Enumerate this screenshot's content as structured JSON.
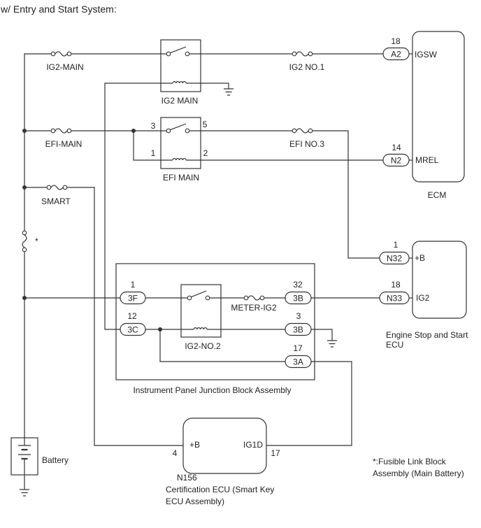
{
  "title": "w/ Entry and Start System:",
  "fuses": {
    "ig2_main": "IG2-MAIN",
    "ig2_no1": "IG2 NO.1",
    "efi_main": "EFI-MAIN",
    "efi_no3": "EFI NO.3",
    "smart": "SMART",
    "meter_ig2": "METER-IG2",
    "fusible_link_mark": "*"
  },
  "relays": {
    "ig2_main": {
      "label": "IG2 MAIN"
    },
    "efi_main": {
      "label": "EFI MAIN",
      "pin_switch_in": "3",
      "pin_switch_out": "5",
      "pin_coil_in": "1",
      "pin_coil_out": "2"
    },
    "ig2_no2": {
      "label": "IG2-NO.2"
    }
  },
  "ecm": {
    "label": "ECM",
    "igsw": {
      "pin": "18",
      "connector": "A2",
      "terminal": "IGSW"
    },
    "mrel": {
      "pin": "14",
      "connector": "N2",
      "terminal": "MREL"
    }
  },
  "engine_stop_start_ecu": {
    "label_line1": "Engine Stop and Start",
    "label_line2": "ECU",
    "b": {
      "pin": "1",
      "connector": "N32",
      "terminal": "+B"
    },
    "ig2": {
      "pin": "18",
      "connector": "N33",
      "terminal": "IG2"
    }
  },
  "junction_block": {
    "label": "Instrument Panel Junction Block Assembly",
    "c3f": {
      "pin": "1",
      "connector": "3F"
    },
    "c3c": {
      "pin": "12",
      "connector": "3C"
    },
    "c3b_meter": {
      "pin": "32",
      "connector": "3B"
    },
    "c3b_ground": {
      "pin": "3",
      "connector": "3B"
    },
    "c3a": {
      "pin": "17",
      "connector": "3A"
    }
  },
  "certification_ecu": {
    "code": "N156",
    "label_line1": "Certification ECU (Smart Key",
    "label_line2": "ECU Assembly)",
    "b": {
      "pin": "4",
      "terminal": "+B"
    },
    "ig1d": {
      "pin": "17",
      "terminal": "IG1D"
    }
  },
  "battery": {
    "label": "Battery"
  },
  "footnote": {
    "line1": "*:Fusible Link Block",
    "line2": "Assembly (Main Battery)"
  }
}
